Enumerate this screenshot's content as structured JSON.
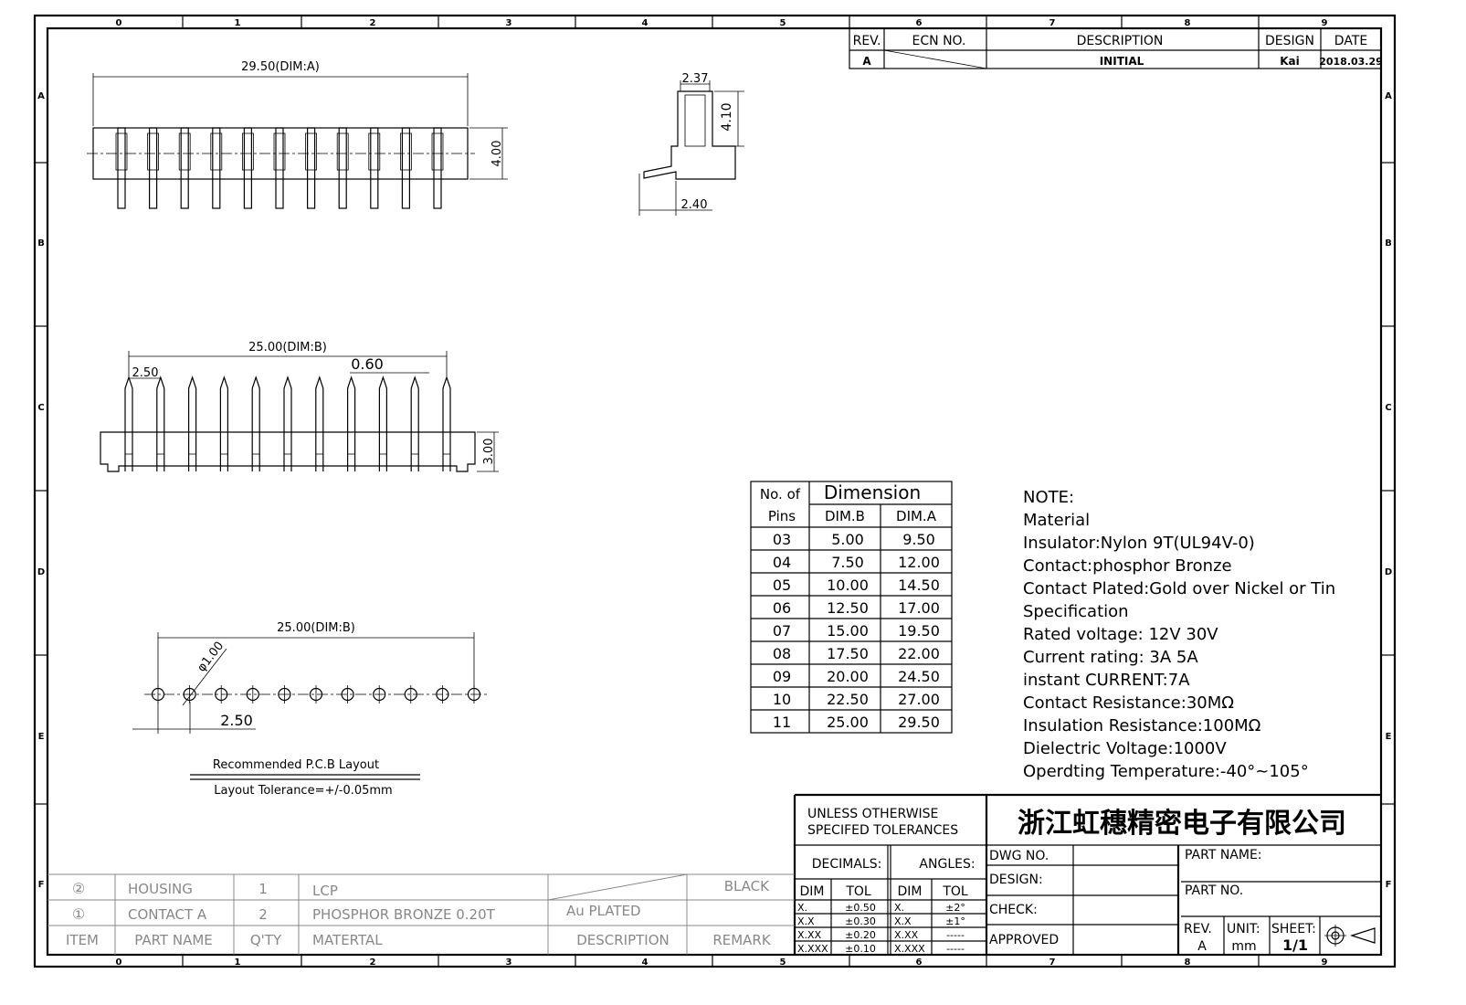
{
  "border": {
    "columns": [
      "0",
      "1",
      "2",
      "3",
      "4",
      "5",
      "6",
      "7",
      "8",
      "9"
    ],
    "rows": [
      "A",
      "B",
      "C",
      "D",
      "E",
      "F"
    ]
  },
  "revision": {
    "headers": {
      "rev": "REV.",
      "ecn": "ECN NO.",
      "description": "DESCRIPTION",
      "design": "DESIGN",
      "date": "DATE"
    },
    "row": {
      "rev": "A",
      "description": "INITIAL",
      "design": "Kai",
      "date": "2018.03.29"
    }
  },
  "dimensions": {
    "top_length": "29.50(DIM:A)",
    "top_height": "4.00",
    "side_width": "2.37",
    "side_height": "4.10",
    "side_base": "2.40",
    "front_length": "25.00(DIM:B)",
    "front_pitch": "2.50",
    "front_pin_width": "0.60",
    "front_height": "3.00",
    "pcb_length": "25.00(DIM:B)",
    "pcb_hole": "φ1.00",
    "pcb_pitch": "2.50",
    "pcb_title": "Recommended P.C.B Layout",
    "pcb_tolerance": "Layout Tolerance=+/-0.05mm"
  },
  "dim_table": {
    "header_pins_1": "No. of",
    "header_pins_2": "Pins",
    "header_dimension": "Dimension",
    "header_b": "DIM.B",
    "header_a": "DIM.A",
    "rows": [
      {
        "pins": "03",
        "b": "5.00",
        "a": "9.50"
      },
      {
        "pins": "04",
        "b": "7.50",
        "a": "12.00"
      },
      {
        "pins": "05",
        "b": "10.00",
        "a": "14.50"
      },
      {
        "pins": "06",
        "b": "12.50",
        "a": "17.00"
      },
      {
        "pins": "07",
        "b": "15.00",
        "a": "19.50"
      },
      {
        "pins": "08",
        "b": "17.50",
        "a": "22.00"
      },
      {
        "pins": "09",
        "b": "20.00",
        "a": "24.50"
      },
      {
        "pins": "10",
        "b": "22.50",
        "a": "27.00"
      },
      {
        "pins": "11",
        "b": "25.00",
        "a": "29.50"
      }
    ]
  },
  "notes": [
    "NOTE:",
    "Material",
    "Insulator:Nylon 9T(UL94V-0)",
    "Contact:phosphor Bronze",
    "Contact Plated:Gold over Nickel or Tin",
    "Specification",
    "Rated voltage: 12V 30V",
    " Current rating: 3A   5A",
    "instant CURRENT:7A",
    "Contact Resistance:30MΩ",
    "Insulation Resistance:100MΩ",
    "Dielectric Voltage:1000V",
    "Operdting Temperature:-40°~105°"
  ],
  "title_block": {
    "unless_1": "UNLESS OTHERWISE",
    "unless_2": "SPECIFED TOLERANCES",
    "company": "浙江虹穗精密电子有限公司",
    "decimals": "DECIMALS:",
    "angles": "ANGLES:",
    "dim": "DIM",
    "tol": "TOL",
    "decimal_rows": [
      {
        "d": "X.",
        "t": "±0.50"
      },
      {
        "d": "X.X",
        "t": "±0.30"
      },
      {
        "d": "X.XX",
        "t": "±0.20"
      },
      {
        "d": "X.XXX",
        "t": "±0.10"
      }
    ],
    "angle_rows": [
      {
        "d": "X.",
        "t": "±2°"
      },
      {
        "d": "X.X",
        "t": "±1°"
      },
      {
        "d": "X.XX",
        "t": "-----"
      },
      {
        "d": "X.XXX",
        "t": "-----"
      }
    ],
    "dwg_no": "DWG NO.",
    "design": "DESIGN:",
    "check": "CHECK:",
    "approved": "APPROVED",
    "part_name": "PART NAME:",
    "part_no": "PART NO.",
    "rev_label": "REV.",
    "rev_value": "A",
    "unit_label": "UNIT:",
    "unit_value": "mm",
    "sheet_label": "SHEET:",
    "sheet_value": "1/1"
  },
  "bom": {
    "headers": {
      "item": "ITEM",
      "part_name": "PART NAME",
      "qty": "Q'TY",
      "material": "MATERTAL",
      "description": "DESCRIPTION",
      "remark": "REMARK"
    },
    "rows": [
      {
        "item": "②",
        "part_name": "HOUSING",
        "qty": "1",
        "material": "LCP",
        "description": "",
        "remark": "BLACK"
      },
      {
        "item": "①",
        "part_name": "CONTACT A",
        "qty": "2",
        "material": "PHOSPHOR BRONZE 0.20T",
        "description": "Au PLATED",
        "remark": ""
      }
    ]
  }
}
